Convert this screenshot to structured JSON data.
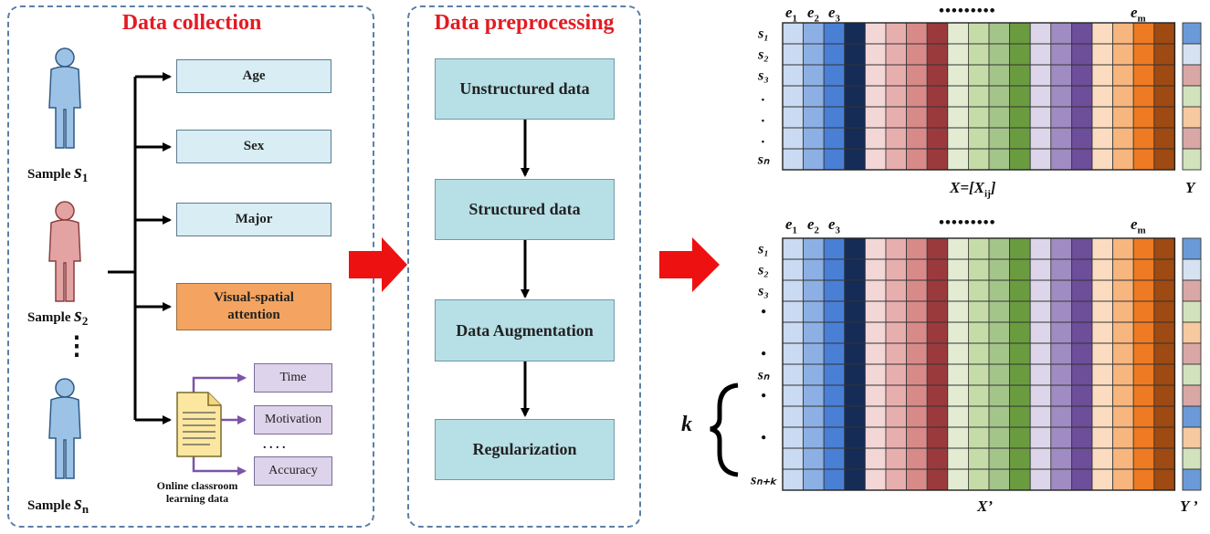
{
  "panels": {
    "collection_title": "Data collection",
    "preprocessing_title": "Data preprocessing"
  },
  "collection": {
    "attributes": [
      "Age",
      "Sex",
      "Major",
      "Visual-spatial attention"
    ],
    "online_items": [
      "Time",
      "Motivation",
      "Accuracy"
    ],
    "online_dots": ". . . .",
    "online_caption": "Online classroom learning data",
    "samples": [
      {
        "prefix": "Sample ",
        "symbol": "s",
        "sub": "1"
      },
      {
        "prefix": "Sample ",
        "symbol": "s",
        "sub": "2"
      },
      {
        "prefix": "Sample ",
        "symbol": "s",
        "sub": "n"
      }
    ],
    "vdots": "⋮"
  },
  "preprocessing": {
    "steps": [
      "Unstructured data",
      "Structured data",
      "Data Augmentation",
      "Regularization"
    ]
  },
  "matrices": {
    "col_labels": [
      {
        "t": "e",
        "s": "1"
      },
      {
        "t": "e",
        "s": "2"
      },
      {
        "t": "e",
        "s": "3"
      }
    ],
    "col_last": {
      "t": "e",
      "s": "m"
    },
    "col_dots": "•••••••••",
    "top": {
      "rows": [
        "s₁",
        "s₂",
        "s₃",
        ".",
        ".",
        ".",
        "sₙ"
      ],
      "x_label": "X=[X",
      "x_sub": "ij",
      "x_close": "]",
      "y_label": "Y",
      "y_colors": [
        "#6b9ad8",
        "#d6e2f2",
        "#d9a8a6",
        "#d2e2bc",
        "#f6c9a0",
        "#d9a8a6",
        "#d2e2bc"
      ]
    },
    "bottom": {
      "rows": [
        "s₁",
        "s₂",
        "s₃",
        "•",
        "",
        "•",
        "sₙ",
        "•",
        "",
        "•",
        "",
        "sₙ₊ₖ"
      ],
      "x_label": "X’",
      "y_label": "Y ’",
      "k_label": "k",
      "y_colors": [
        "#6b9ad8",
        "#d6e2f2",
        "#d9a8a6",
        "#d2e2bc",
        "#f6c9a0",
        "#d9a8a6",
        "#d2e2bc",
        "#d9a8a6",
        "#6b9ad8",
        "#f6c9a0",
        "#d2e2bc",
        "#6b9ad8"
      ]
    },
    "column_colors": [
      "#c9daf2",
      "#8cb0e4",
      "#4a7fd6",
      "#152c57",
      "#f3d6d6",
      "#e7aeae",
      "#d88a88",
      "#9b3a3c",
      "#e3ecd2",
      "#c6dca8",
      "#a3c58a",
      "#6b9b3f",
      "#ddd6ea",
      "#a08cc2",
      "#6c4e9a",
      "#fbdcc0",
      "#f6b67e",
      "#ee7a24",
      "#9e4a12"
    ]
  }
}
